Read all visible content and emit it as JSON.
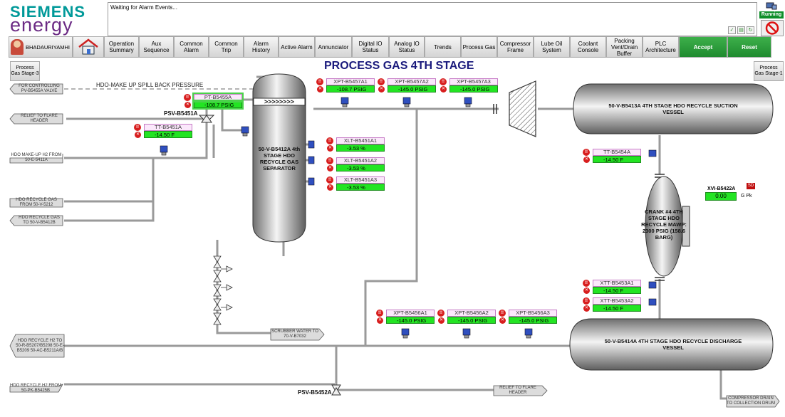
{
  "brand": {
    "line1": "SIEMENS",
    "line2": "energy"
  },
  "alarm_banner": {
    "message": "Waiting for Alarm Events..."
  },
  "status": {
    "running_label": "Running"
  },
  "user": {
    "name": "BHADAURIYAMHI"
  },
  "nav": {
    "buttons": [
      "Operation Summary",
      "Aux Sequence",
      "Common Alarm",
      "Common Trip",
      "Alarm History",
      "Active Alarm",
      "Annunciator",
      "Digital IO Status",
      "Analog IO Status",
      "Trends",
      "Process Gas",
      "Compressor Frame",
      "Lube Oil System",
      "Coolant Console",
      "Packing Vent/Drain Buffer",
      "PLC Architecture"
    ],
    "accept_label": "Accept",
    "reset_label": "Reset"
  },
  "page_nav": {
    "left": "Process Gas Stage-3",
    "right": "Process Gas Stage-1"
  },
  "page_title": "PROCESS GAS 4TH STAGE",
  "hdo_makeup_label": "HDO-MAKE UP SPILL BACK PRESSURE",
  "vessels": {
    "separator": "50-V-B5412A 4th STAGE HDO RECYCLE GAS SEPARATOR",
    "suction": "50-V-B5413A 4TH STAGE HDO RECYCLE SUCTION VESSEL",
    "discharge": "50-V-B5414A 4TH STAGE HDO RECYCLE DISCHARGE VESSEL",
    "crank": "CRANK #4 4TH STAGE HDO RECYCLE MAWP: 2300 PSIG (158.6 BARG)"
  },
  "psv": {
    "top": "PSV-B5451A",
    "bottom": "PSV-B5452A"
  },
  "instruments": [
    {
      "tag": "PT-B5455A",
      "value": "-108.7 PSIG"
    },
    {
      "tag": "TT-B5451A",
      "value": "-14.50 F"
    },
    {
      "tag": "XPT-B5457A1",
      "value": "-108.7 PSIG"
    },
    {
      "tag": "XPT-B5457A2",
      "value": "-145.0 PSIG"
    },
    {
      "tag": "XPT-B5457A3",
      "value": "-145.0 PSIG"
    },
    {
      "tag": "XLT-B5451A1",
      "value": "-3.53 %"
    },
    {
      "tag": "XLT-B5451A2",
      "value": "-3.53 %"
    },
    {
      "tag": "XLT-B5451A3",
      "value": "-3.53 %"
    },
    {
      "tag": "TT-B5454A",
      "value": "-14.50 F"
    },
    {
      "tag": "XTT-B5453A1",
      "value": "-14.50 F"
    },
    {
      "tag": "XTT-B5453A2",
      "value": "-14.50 F"
    },
    {
      "tag": "XPT-B5456A1",
      "value": "-145.0 PSIG"
    },
    {
      "tag": "XPT-B5456A2",
      "value": "-145.0 PSIG"
    },
    {
      "tag": "XPT-B5456A3",
      "value": "-145.0 PSIG"
    }
  ],
  "vibration": {
    "tag": "XVI-B5422A",
    "value": "0.00",
    "unit": "G Pk",
    "badge": "SD"
  },
  "line_labels": [
    "FOR CONTROLLING PV-B5455A VALVE",
    "RELIEF TO FLARE HEADER",
    "HDO MAKE-UP H2 FROM 50-E-5411A",
    "HDO RECYCLE GAS FROM 50-V-5212",
    "HDO RECYCLE GAS TO 50-V-B5412B",
    "HDO RECYCLE H2 TO 50-R-B5207/B5208 50-E-B5209 50-AC-B5211A/B",
    "HDO RECYCLE H2 FROM 50-PK-B5425B",
    "SCRUBBER WATER TO 70-V-B7032",
    "RELIEF TO FLARE HEADER",
    "COMPRESSOR DRAIN TO COLLECTION DRUM"
  ],
  "icon_glyphs": {
    "alarm": "!!",
    "fault": "✕"
  },
  "colors": {
    "green_value": "#23e423",
    "alarm_red": "#d81e1e",
    "title_blue": "#1a1a7c",
    "running_green": "#0f8f2a"
  }
}
